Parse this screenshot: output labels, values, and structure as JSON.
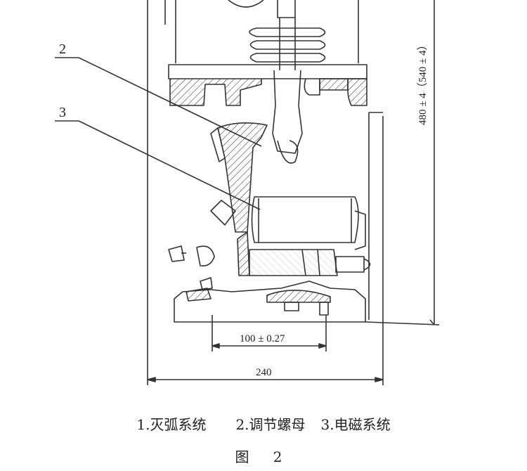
{
  "diagram": {
    "callouts": [
      {
        "number": "2"
      },
      {
        "number": "3"
      }
    ],
    "dimensions": {
      "height": "480 ± 4（540 ± 4）",
      "mount_spacing": "100 ± 0.27",
      "width": "240"
    }
  },
  "legend": {
    "items": [
      "1.灭弧系统",
      "2.调节螺母",
      "3.电磁系统"
    ]
  },
  "figure_label": "图 2"
}
